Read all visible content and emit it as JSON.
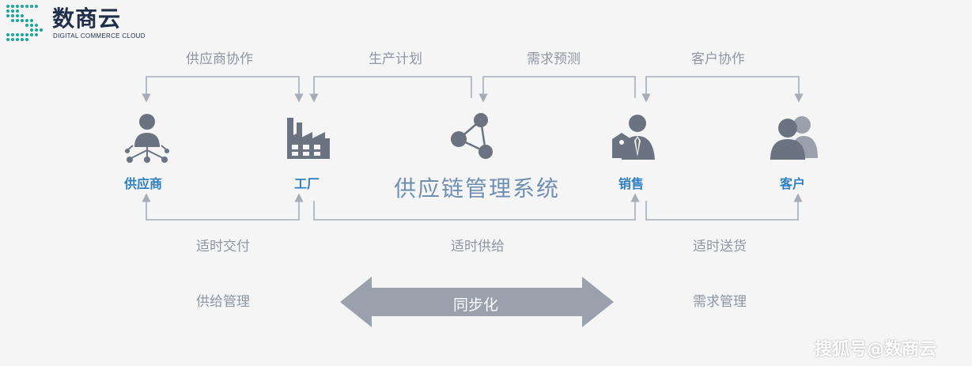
{
  "brand": {
    "name": "数商云",
    "subtitle": "DIGITAL COMMERCE CLOUD"
  },
  "top_flows": [
    "供应商协作",
    "生产计划",
    "需求预测",
    "客户协作"
  ],
  "nodes": {
    "supplier": "供应商",
    "factory": "工厂",
    "sales": "销售",
    "customer": "客户"
  },
  "center_title": "供应链管理系统",
  "bottom_flows": [
    "适时交付",
    "适时供给",
    "适时送货"
  ],
  "management": {
    "left": "供给管理",
    "right": "需求管理"
  },
  "sync_arrow": "同步化",
  "watermark": "搜狐号@数商云",
  "colors": {
    "line": "#a7adb8",
    "icon": "#6b7381",
    "label_blue": "#2f7fc0",
    "arrow_fill": "#9aa0ac",
    "logo_teal": "#19a79b"
  },
  "icons": [
    "supplier-network-icon",
    "factory-icon",
    "share-network-icon",
    "salesperson-icon",
    "customer-group-icon"
  ]
}
